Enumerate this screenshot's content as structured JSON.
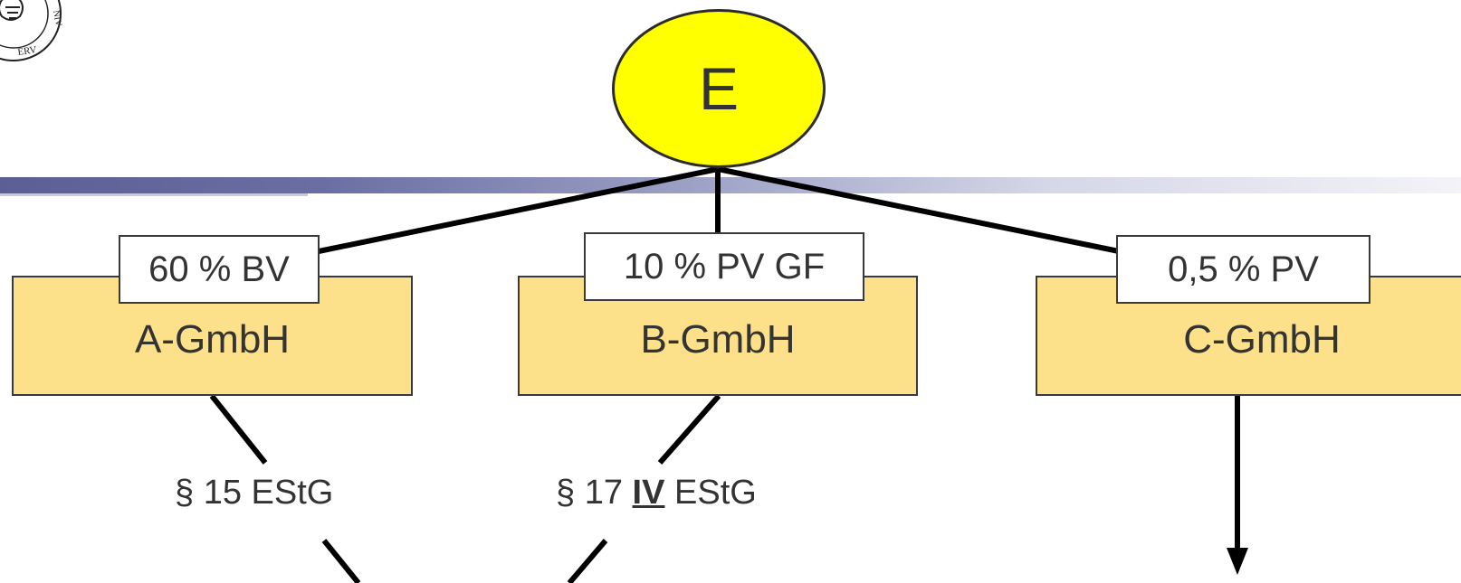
{
  "root": {
    "label": "E"
  },
  "companies": [
    {
      "name": "A-GmbH",
      "share": "60 % BV"
    },
    {
      "name": "B-GmbH",
      "share": "10 % PV GF"
    },
    {
      "name": "C-GmbH",
      "share": "0,5 % PV"
    }
  ],
  "laws": {
    "a": {
      "text": "§ 15 EStG"
    },
    "b": {
      "prefix": "§ 17",
      "roman": "IV",
      "suffix": "EStG"
    }
  },
  "colors": {
    "root_fill": "#ffff00",
    "company_fill": "#fde08a",
    "band_start": "#5b5f95",
    "band_end": "#f3f3f8"
  },
  "icons": {
    "university_seal": "university-seal-logo"
  }
}
